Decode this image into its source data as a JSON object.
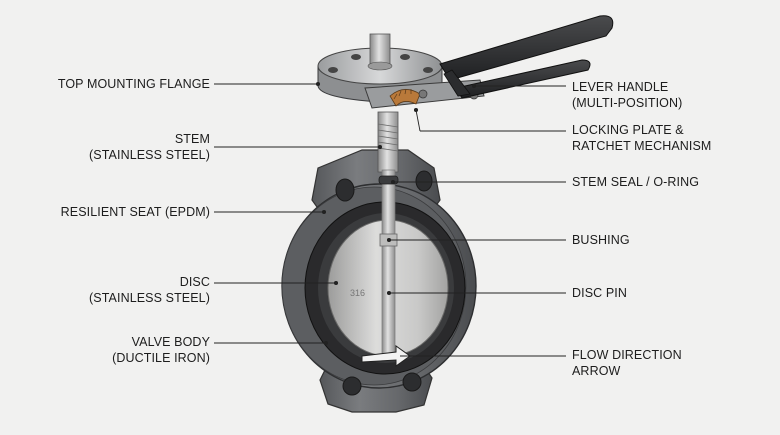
{
  "labels": {
    "top_mounting_flange": [
      "TOP MOUNTING FLANGE"
    ],
    "stem": [
      "STEM",
      "(STAINLESS STEEL)"
    ],
    "resilient_seat": [
      "RESILIENT SEAT (EPDM)"
    ],
    "disc": [
      "DISC",
      "(STAINLESS STEEL)"
    ],
    "valve_body": [
      "VALVE BODY",
      "(DUCTILE IRON)"
    ],
    "lever_handle": [
      "LEVER HANDLE",
      "(MULTI-POSITION)"
    ],
    "locking_plate": [
      "LOCKING PLATE &",
      "RATCHET MECHANISM"
    ],
    "stem_seal": [
      "STEM SEAL / O-RING"
    ],
    "bushing": [
      "BUSHING"
    ],
    "disc_pin": [
      "DISC PIN"
    ],
    "flow_arrow": [
      "FLOW DIRECTION",
      "ARROW"
    ]
  },
  "colors": {
    "background": "#f1f1f0",
    "body": "#6d6f72",
    "body_dark": "#45474a",
    "seat": "#2a2a2c",
    "disc": "#cfcfce",
    "handle": "#2b2c2e",
    "leader": "#222222"
  }
}
